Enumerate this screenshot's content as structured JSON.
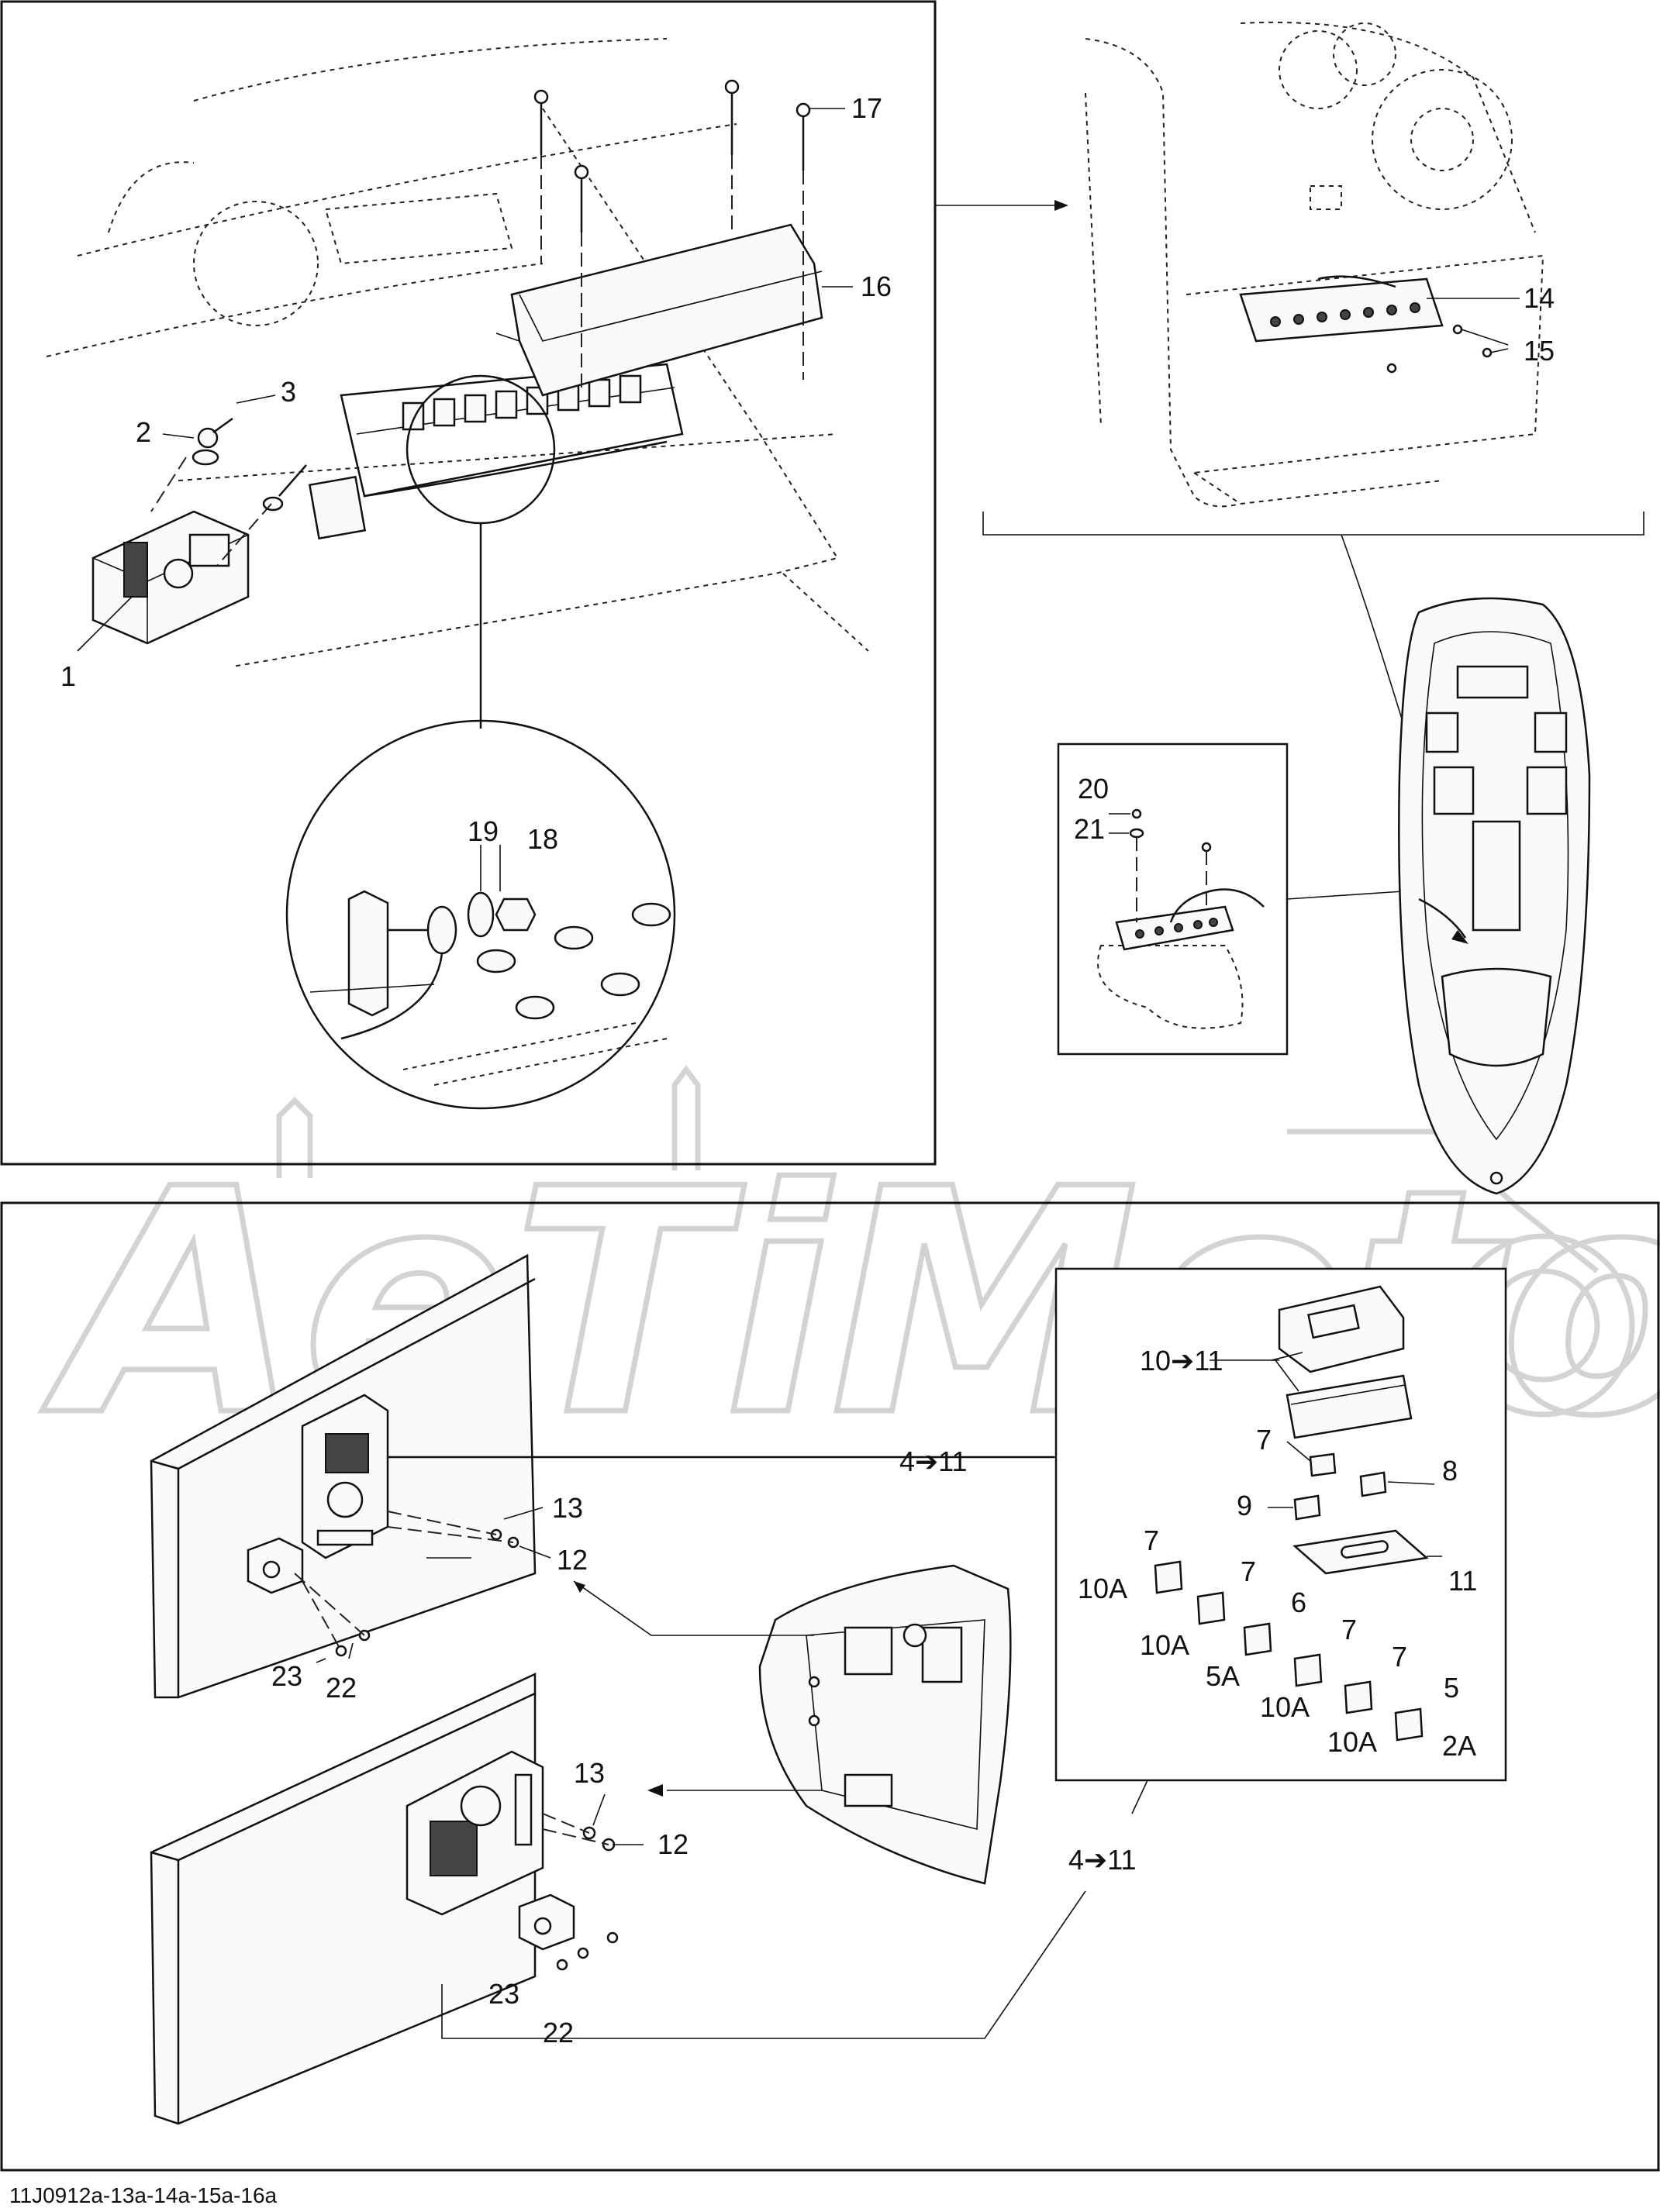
{
  "caption": "11J0912a-13a-14a-15a-16a",
  "watermark": "AeTiMoto",
  "top_left_panel": {
    "callouts": [
      "1",
      "2",
      "3",
      "16",
      "17"
    ],
    "detail_callouts": [
      "19",
      "18"
    ]
  },
  "top_right_panel": {
    "callouts": [
      "14",
      "15"
    ],
    "inset_callouts": [
      "20",
      "21"
    ]
  },
  "bottom_panel": {
    "upper_assembly_callouts": [
      "4➔11",
      "13",
      "12",
      "23",
      "22"
    ],
    "lower_assembly_callouts": [
      "13",
      "12",
      "23",
      "22",
      "4➔11"
    ],
    "kit_callouts": {
      "cover": "10➔11",
      "fuse_holder": "7",
      "fuse_holder_b": "8",
      "fuse_holder_c": "9",
      "plate": "11",
      "fuses": [
        {
          "item": "7",
          "rating": "10A"
        },
        {
          "item": "7",
          "rating": "10A"
        },
        {
          "item": "6",
          "rating": "5A"
        },
        {
          "item": "7",
          "rating": "10A"
        },
        {
          "item": "7",
          "rating": "10A"
        },
        {
          "item": "5",
          "rating": "2A"
        }
      ]
    }
  }
}
